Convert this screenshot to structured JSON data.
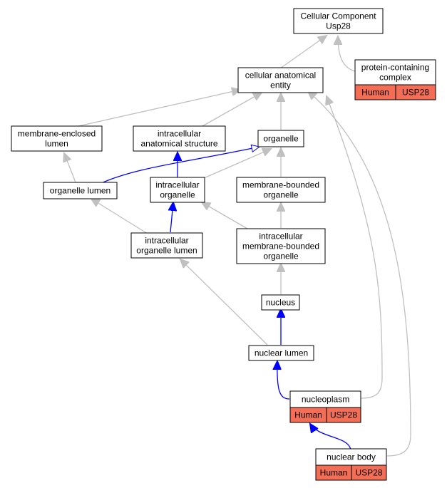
{
  "colors": {
    "is_a_edge": "#c0c0c0",
    "part_of_edge": "#0000ff",
    "annotation_fill": "#f46d55",
    "node_fill": "#ffffff",
    "node_stroke": "#000000"
  },
  "nodes": {
    "root": {
      "lines": [
        "Cellular Component",
        "Usp28"
      ]
    },
    "pcc": {
      "lines": [
        "protein-containing",
        "complex"
      ],
      "tags": [
        "Human",
        "USP28"
      ]
    },
    "cae": {
      "lines": [
        "cellular anatomical",
        "entity"
      ]
    },
    "mel": {
      "lines": [
        "membrane-enclosed",
        "lumen"
      ]
    },
    "ias": {
      "lines": [
        "intracellular",
        "anatomical structure"
      ]
    },
    "org": {
      "lines": [
        "organelle"
      ]
    },
    "orgl": {
      "lines": [
        "organelle lumen"
      ]
    },
    "io": {
      "lines": [
        "intracellular",
        "organelle"
      ]
    },
    "mbo": {
      "lines": [
        "membrane-bounded",
        "organelle"
      ]
    },
    "iol": {
      "lines": [
        "intracellular",
        "organelle lumen"
      ]
    },
    "imbo": {
      "lines": [
        "intracellular",
        "membrane-bounded",
        "organelle"
      ]
    },
    "nuc": {
      "lines": [
        "nucleus"
      ]
    },
    "nl": {
      "lines": [
        "nuclear lumen"
      ]
    },
    "np": {
      "lines": [
        "nucleoplasm"
      ],
      "tags": [
        "Human",
        "USP28"
      ]
    },
    "nb": {
      "lines": [
        "nuclear body"
      ],
      "tags": [
        "Human",
        "USP28"
      ]
    }
  }
}
